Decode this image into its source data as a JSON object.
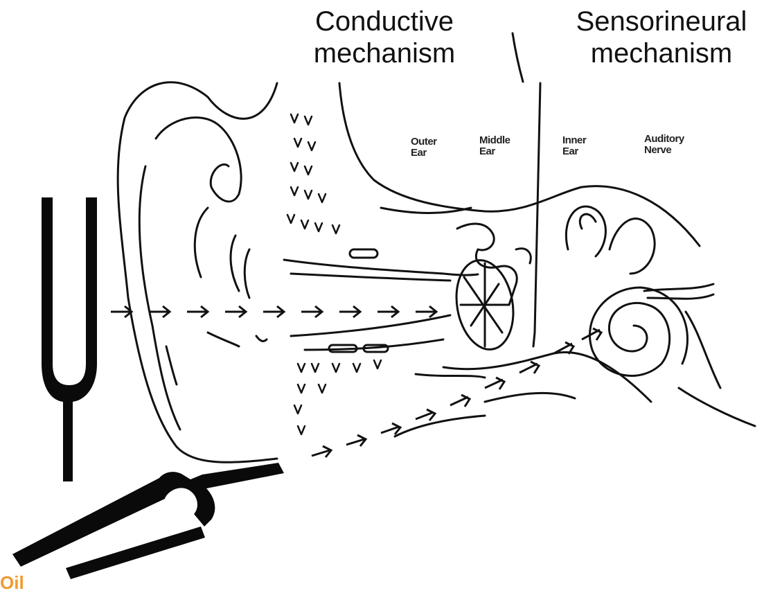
{
  "labels": {
    "conductive": "Conductive\nmechanism",
    "sensorineural": "Sensorineural\nmechanism",
    "outer_ear": "Outer\nEar",
    "middle_ear": "Middle\nEar",
    "inner_ear": "Inner\nEar",
    "auditory_nerve": "Auditory\nNerve"
  },
  "corner_text": "Oil",
  "colors": {
    "ink": "#111111",
    "accent": "#f29a2e"
  }
}
